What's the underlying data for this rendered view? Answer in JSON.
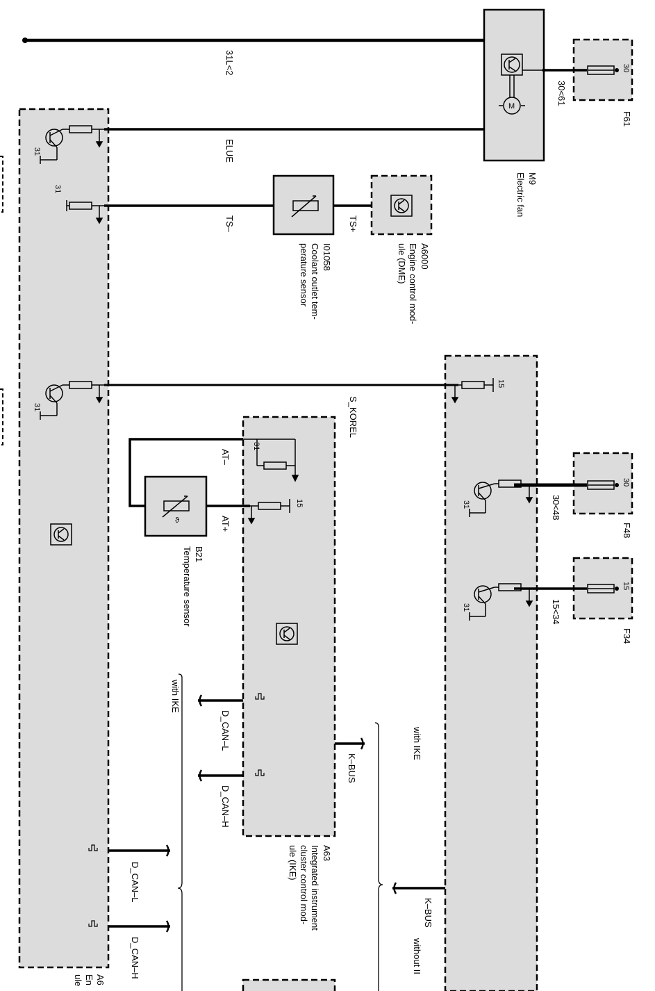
{
  "components": {
    "m9": {
      "id": "M9",
      "name": "Electric fan"
    },
    "f61": {
      "id": "F61",
      "pin": "30"
    },
    "a6000": {
      "id": "A6000",
      "name_line1": "Engine control mod-",
      "name_line2": "ule (DME)"
    },
    "i01058": {
      "id": "I01058",
      "name_line1": "Coolant outlet tem-",
      "name_line2": "perature sensor"
    },
    "f48": {
      "id": "F48",
      "pin": "30"
    },
    "f34": {
      "id": "F34",
      "pin": "15"
    },
    "b21": {
      "id": "B21",
      "name": "Temperature sensor"
    },
    "a63": {
      "id": "A63",
      "name_line1": "Integrated instrument",
      "name_line2": "cluster control mod-",
      "name_line3": "ule (IKE)"
    },
    "a6_partial": {
      "id": "A6",
      "line1": "En",
      "line2": "ule"
    }
  },
  "wires": {
    "w31l": "31L<2",
    "w3061": "30<61",
    "elue": "ELUE",
    "ts_minus": "TS–",
    "ts_plus": "TS+",
    "s_korel": "S_KOREL",
    "at_minus": "AT–",
    "at_plus": "AT+",
    "w3048": "30<48",
    "w1534": "15<34",
    "d_can_l_top": "D_CAN–L",
    "d_can_h_top": "D_CAN–H",
    "k_bus_a63": "K–BUS",
    "d_can_l_bottom": "D_CAN–L",
    "d_can_h_bottom": "D_CAN–H",
    "k_bus_right": "K–BUS"
  },
  "pins": {
    "p31": "31",
    "p15": "15"
  },
  "notes": {
    "with_ike_left": "with IKE",
    "with_ike_right": "with IKE",
    "without_ike": "without II"
  }
}
